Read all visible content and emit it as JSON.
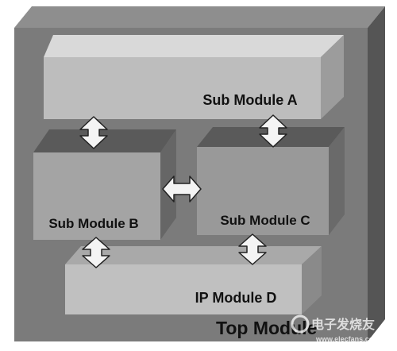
{
  "diagram": {
    "top_module_label": "Top Module",
    "modules": {
      "a": {
        "label": "Sub Module A"
      },
      "b": {
        "label": "Sub Module B"
      },
      "c": {
        "label": "Sub Module C"
      },
      "d": {
        "label": "IP Module D"
      }
    },
    "connections": [
      {
        "from": "Sub Module A",
        "to": "Sub Module B",
        "direction": "bidirectional"
      },
      {
        "from": "Sub Module A",
        "to": "Sub Module C",
        "direction": "bidirectional"
      },
      {
        "from": "Sub Module B",
        "to": "Sub Module C",
        "direction": "bidirectional"
      },
      {
        "from": "Sub Module B",
        "to": "IP Module D",
        "direction": "bidirectional"
      },
      {
        "from": "Sub Module C",
        "to": "IP Module D",
        "direction": "bidirectional"
      }
    ],
    "watermark": {
      "text": "电子发烧友",
      "url": "www.elecfans.com"
    }
  }
}
